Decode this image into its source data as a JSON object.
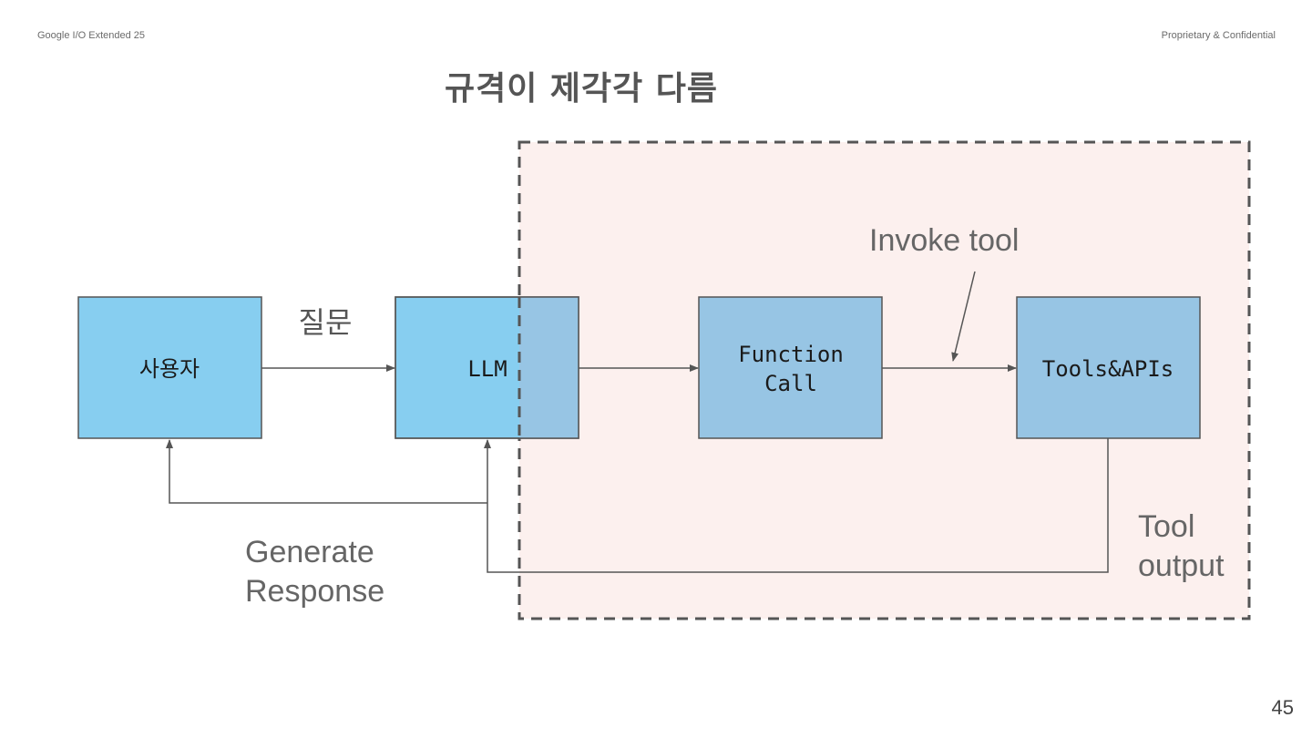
{
  "header": {
    "left": "Google I/O Extended 25",
    "right": "Proprietary & Confidential"
  },
  "title": "규격이 제각각 다름",
  "page_number": "45",
  "diagram": {
    "nodes": {
      "user": "사용자",
      "llm": "LLM",
      "function_call_line1": "Function",
      "function_call_line2": "Call",
      "tools_apis": "Tools&APIs"
    },
    "edges": {
      "question": "질문",
      "invoke_tool": "Invoke tool",
      "generate_response_line1": "Generate",
      "generate_response_line2": "Response",
      "tool_output_line1": "Tool",
      "tool_output_line2": "output"
    },
    "colors": {
      "box_light": "#87cef0",
      "box_muted": "#97c5e4",
      "box_border": "#555555",
      "highlight_fill": "#fcf0ee",
      "highlight_border": "#555555",
      "arrow": "#555555"
    }
  }
}
